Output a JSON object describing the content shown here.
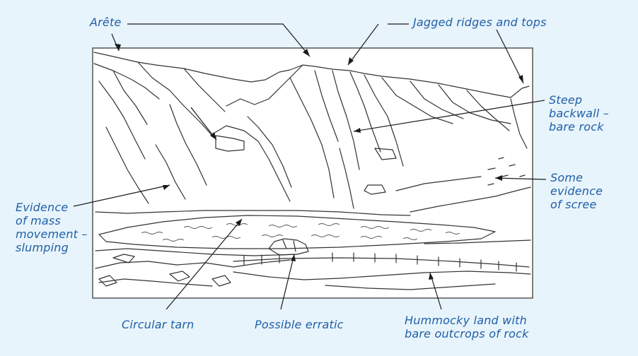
{
  "labels": {
    "arete": "Arête",
    "jagged": "Jagged ridges and tops",
    "backwall": "Steep\nbackwall –\nbare rock",
    "scree": "Some\nevidence\nof scree",
    "mass_movement": "Evidence\nof mass\nmovement –\nslumping",
    "tarn": "Circular tarn",
    "erratic": "Possible erratic",
    "hummocky": "Hummocky land with\nbare outcrops of rock"
  },
  "colors": {
    "background": "#e8f4fb",
    "label_text": "#1f5fa8",
    "sketch_line": "#333333",
    "frame_border": "#555555"
  }
}
